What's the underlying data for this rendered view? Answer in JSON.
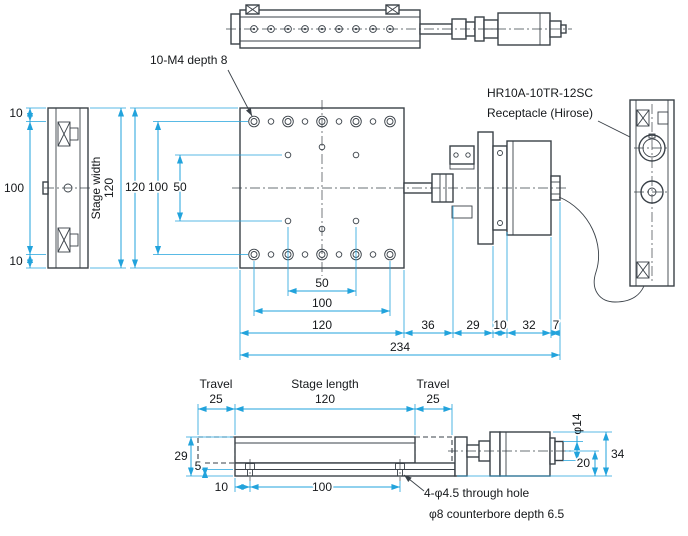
{
  "colors": {
    "outline": "#3a4148",
    "dimension": "#22a3dc",
    "text": "#15181b",
    "background": "#ffffff"
  },
  "notes": {
    "m4": "10-M4 depth 8",
    "connector_model": "HR10A-10TR-12SC",
    "connector_type": "Receptacle (Hirose)",
    "through_hole": "4-φ4.5 through hole",
    "counterbore": "φ8 counterbore depth 6.5"
  },
  "left_view": {
    "dim_top": "10",
    "dim_mid": "100",
    "dim_bottom": "10",
    "width_label": "Stage width",
    "width_value": "120"
  },
  "plan_view": {
    "height": "120",
    "hole_span_v": "100",
    "hole_pitch_v": "50",
    "hole_pitch_h": "50",
    "hole_span_h": "100",
    "length": "120",
    "seg_36": "36",
    "seg_29": "29",
    "seg_10": "10",
    "seg_32": "32",
    "seg_7": "7",
    "total": "234"
  },
  "front_view": {
    "travel_label_left": "Travel",
    "travel_left": "25",
    "length_label": "Stage length",
    "length": "120",
    "travel_label_right": "Travel",
    "travel_right": "25",
    "height": "29",
    "base_step": "5",
    "hole_offset": "10",
    "hole_span": "100",
    "shaft_dia": "φ14",
    "axis_height": "20",
    "total_height": "34"
  }
}
